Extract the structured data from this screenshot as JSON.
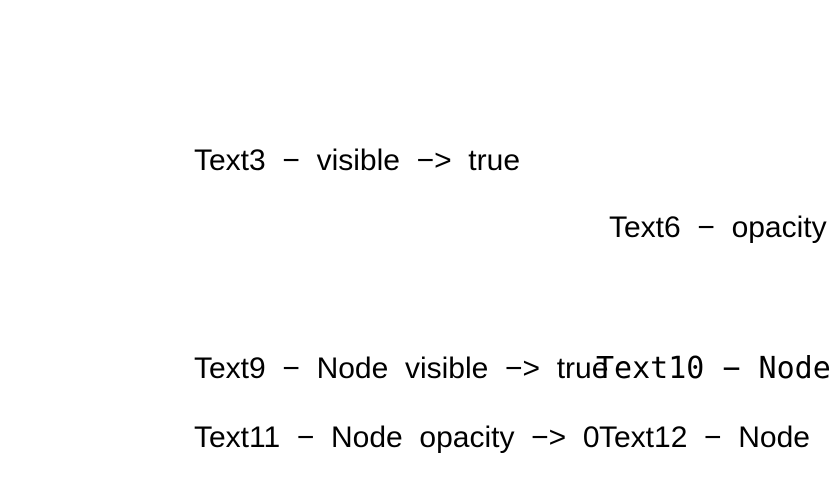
{
  "canvas": {
    "background": "#ffffff",
    "text_color": "#000000"
  },
  "labels": [
    {
      "name": "text3",
      "text": "Text3  −  visible  −>  true"
    },
    {
      "name": "text6",
      "text": "Text6  −  opacity"
    },
    {
      "name": "text9",
      "text": "Text9  −  Node  visible  −>  true"
    },
    {
      "name": "text10",
      "text": "Text10 − Node"
    },
    {
      "name": "text11",
      "text": "Text11  −  Node  opacity  −>  0"
    },
    {
      "name": "text12",
      "text": "Text12  −  Node"
    }
  ]
}
